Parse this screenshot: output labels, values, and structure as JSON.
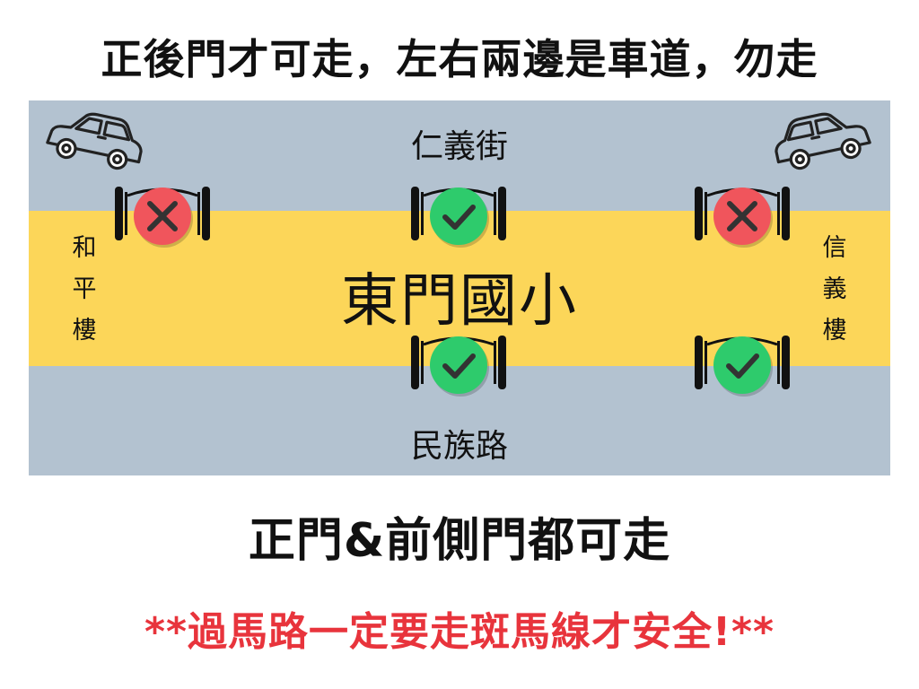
{
  "colors": {
    "road": "#b3c2d0",
    "school": "#fcd659",
    "ok": "#2ecb6c",
    "no": "#f0555c",
    "warning": "#e8343c"
  },
  "header": {
    "title": "正後門才可走，左右兩邊是車道，勿走"
  },
  "map": {
    "street_north": "仁義街",
    "street_south": "民族路",
    "school": "東門國小",
    "building_left": [
      "和",
      "平",
      "樓"
    ],
    "building_right": [
      "信",
      "義",
      "樓"
    ],
    "gates": [
      {
        "name": "north-west",
        "status": "no",
        "icon": "cross-icon"
      },
      {
        "name": "north-main",
        "status": "ok",
        "icon": "check-icon"
      },
      {
        "name": "north-east",
        "status": "no",
        "icon": "cross-icon"
      },
      {
        "name": "south-main",
        "status": "ok",
        "icon": "check-icon"
      },
      {
        "name": "south-east",
        "status": "ok",
        "icon": "check-icon"
      }
    ],
    "cars": [
      "car-icon",
      "car-icon"
    ]
  },
  "footer": {
    "allowed": "正門&前側門都可走",
    "warning": "**過馬路一定要走斑馬線才安全!**"
  }
}
